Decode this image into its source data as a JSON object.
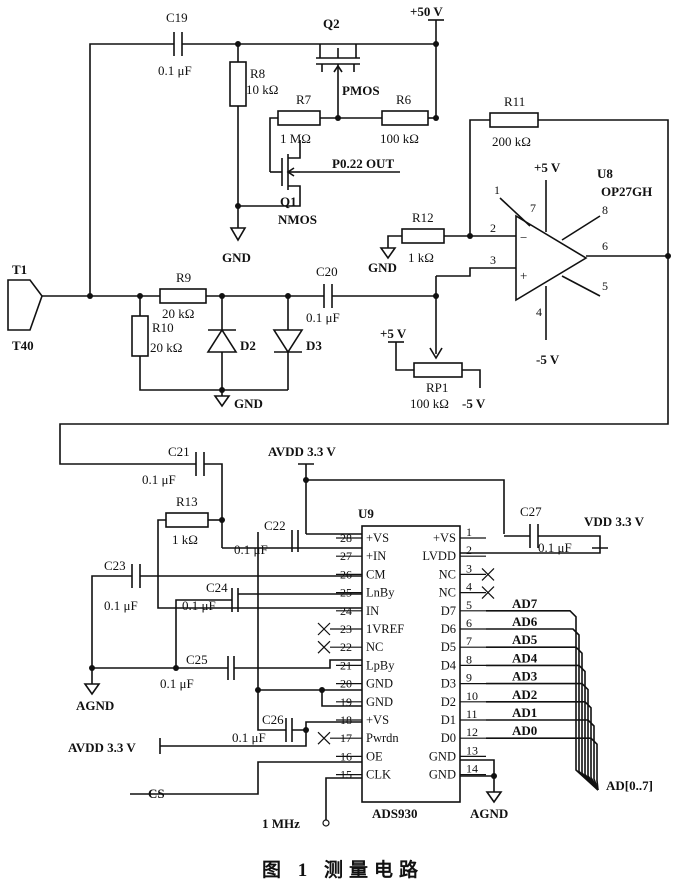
{
  "labels": {
    "c19_name": "C19",
    "c19_val": "0.1 μF",
    "q2": "Q2",
    "pmos": "PMOS",
    "v50": "+50 V",
    "r8_name": "R8",
    "r8_val": "10 kΩ",
    "r7_name": "R7",
    "r7_val": "1 MΩ",
    "r6_name": "R6",
    "r6_val": "100 kΩ",
    "r11_name": "R11",
    "r11_val": "200 kΩ",
    "p022": "P0.22 OUT",
    "q1": "Q1",
    "nmos": "NMOS",
    "gnd1": "GND",
    "u8": "U8",
    "op27": "OP27GH",
    "vp5": "+5 V",
    "vm5": "-5 V",
    "r12_name": "R12",
    "r12_val": "1 kΩ",
    "gnd2": "GND",
    "opamp_pins": [
      "1",
      "2",
      "3",
      "4",
      "5",
      "6",
      "7",
      "8"
    ],
    "t1": "T1",
    "t40": "T40",
    "r9_name": "R9",
    "r9_val": "20 kΩ",
    "c20_name": "C20",
    "c20_val": "0.1 μF",
    "r10_name": "R10",
    "r10_val": "20 kΩ",
    "d2": "D2",
    "d3": "D3",
    "gnd3": "GND",
    "vp5b": "+5 V",
    "rp1_name": "RP1",
    "rp1_val": "100 kΩ",
    "vm5b": "-5 V",
    "c21_name": "C21",
    "c21_val": "0.1 μF",
    "avdd_top": "AVDD 3.3 V",
    "u9": "U9",
    "c27_name": "C27",
    "c27_val": "0.1 μF",
    "vdd": "VDD 3.3 V",
    "r13_name": "R13",
    "r13_val": "1 kΩ",
    "c22_name": "C22",
    "c22_val": "0.1 μF",
    "c23_name": "C23",
    "c23_val": "0.1 μF",
    "c24_name": "C24",
    "c24_val": "0.1 μF",
    "c25_name": "C25",
    "c25_val": "0.1 μF",
    "c26_name": "C26",
    "c26_val": "0.1 μF",
    "agnd1": "AGND",
    "avdd_left": "AVDD 3.3 V",
    "cs": "CS",
    "mhz": "1 MHz",
    "agnd2": "AGND",
    "ad_bus": "AD[0..7]",
    "chip": "ADS930"
  },
  "left_pins": [
    {
      "num": "28",
      "name": "+VS"
    },
    {
      "num": "27",
      "name": "+IN"
    },
    {
      "num": "26",
      "name": "CM"
    },
    {
      "num": "25",
      "name": "LnBy"
    },
    {
      "num": "24",
      "name": "IN"
    },
    {
      "num": "23",
      "name": "1VREF"
    },
    {
      "num": "22",
      "name": "NC"
    },
    {
      "num": "21",
      "name": "LpBy"
    },
    {
      "num": "20",
      "name": "GND"
    },
    {
      "num": "19",
      "name": "GND"
    },
    {
      "num": "18",
      "name": "+VS"
    },
    {
      "num": "17",
      "name": "Pwrdn"
    },
    {
      "num": "16",
      "name": "OE"
    },
    {
      "num": "15",
      "name": "CLK"
    }
  ],
  "right_pins": [
    {
      "num": "1",
      "name": "+VS"
    },
    {
      "num": "2",
      "name": "LVDD"
    },
    {
      "num": "3",
      "name": "NC"
    },
    {
      "num": "4",
      "name": "NC"
    },
    {
      "num": "5",
      "name": "D7"
    },
    {
      "num": "6",
      "name": "D6"
    },
    {
      "num": "7",
      "name": "D5"
    },
    {
      "num": "8",
      "name": "D4"
    },
    {
      "num": "9",
      "name": "D3"
    },
    {
      "num": "10",
      "name": "D2"
    },
    {
      "num": "11",
      "name": "D1"
    },
    {
      "num": "12",
      "name": "D0"
    },
    {
      "num": "13",
      "name": "GND"
    },
    {
      "num": "14",
      "name": "GND"
    }
  ],
  "ad_lines": [
    "AD7",
    "AD6",
    "AD5",
    "AD4",
    "AD3",
    "AD2",
    "AD1",
    "AD0"
  ],
  "caption": "图 1   测量电路"
}
